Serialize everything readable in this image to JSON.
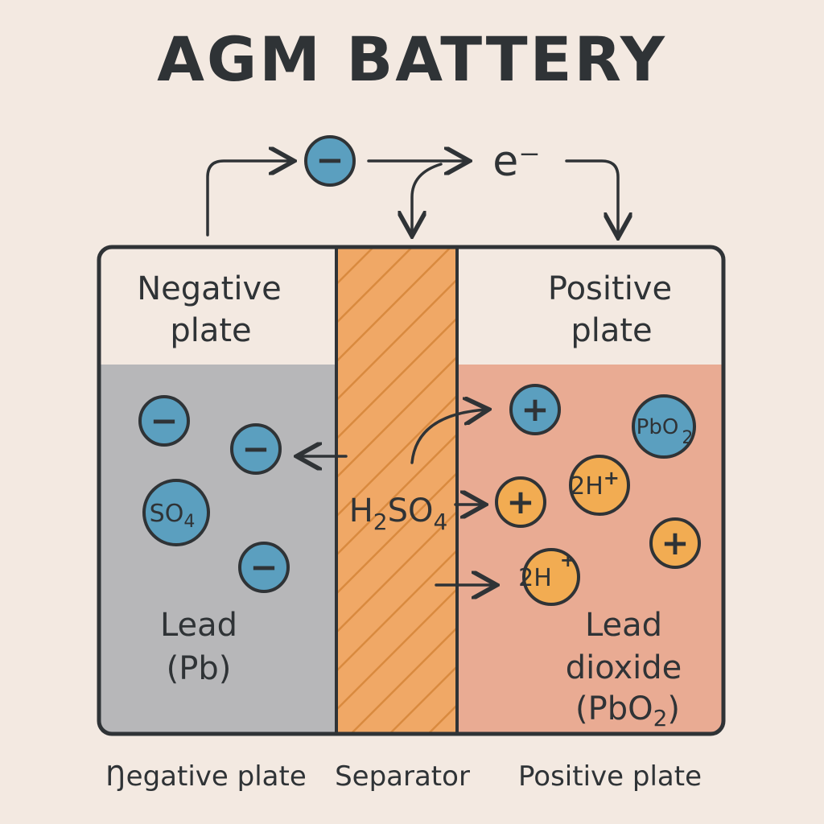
{
  "title": "AGM BATTERY",
  "top_flow": {
    "ion_symbol": "−",
    "electron_label": "e⁻"
  },
  "cell": {
    "negative_header": [
      "Negative",
      "plate"
    ],
    "positive_header": [
      "Positive",
      "plate"
    ],
    "separator_electrolyte": {
      "base": "H",
      "sub1": "2",
      "mid": "SO",
      "sub2": "4"
    },
    "negative_material": [
      "Lead",
      "(Pb)"
    ],
    "positive_material": {
      "line1": "Lead",
      "line2": "dioxide",
      "line3_base": "(PbO",
      "line3_sub": "2",
      "line3_end": ")"
    },
    "negative_ions": [
      {
        "symbol": "−"
      },
      {
        "symbol": "−"
      },
      {
        "symbol": "SO",
        "sub": "4"
      },
      {
        "symbol": "−"
      }
    ],
    "positive_ions": [
      {
        "symbol": "+"
      },
      {
        "symbol": "PbO",
        "sub": "2"
      },
      {
        "symbol": "2H",
        "sup": "+"
      },
      {
        "symbol": "+"
      },
      {
        "symbol": "+"
      },
      {
        "symbol": "2H",
        "sup": "+"
      }
    ]
  },
  "bottom_labels": {
    "negative": "Ŋegative plate",
    "separator": "Separator",
    "positive": "Positive plate"
  },
  "colors": {
    "background": "#f3e9e1",
    "negative_fill": "#b7b7b9",
    "separator_fill": "#f0a866",
    "positive_fill": "#e9ab93",
    "negative_ion": "#5b9fbf",
    "positive_ion": "#f2ac52",
    "stroke": "#2f3336"
  }
}
